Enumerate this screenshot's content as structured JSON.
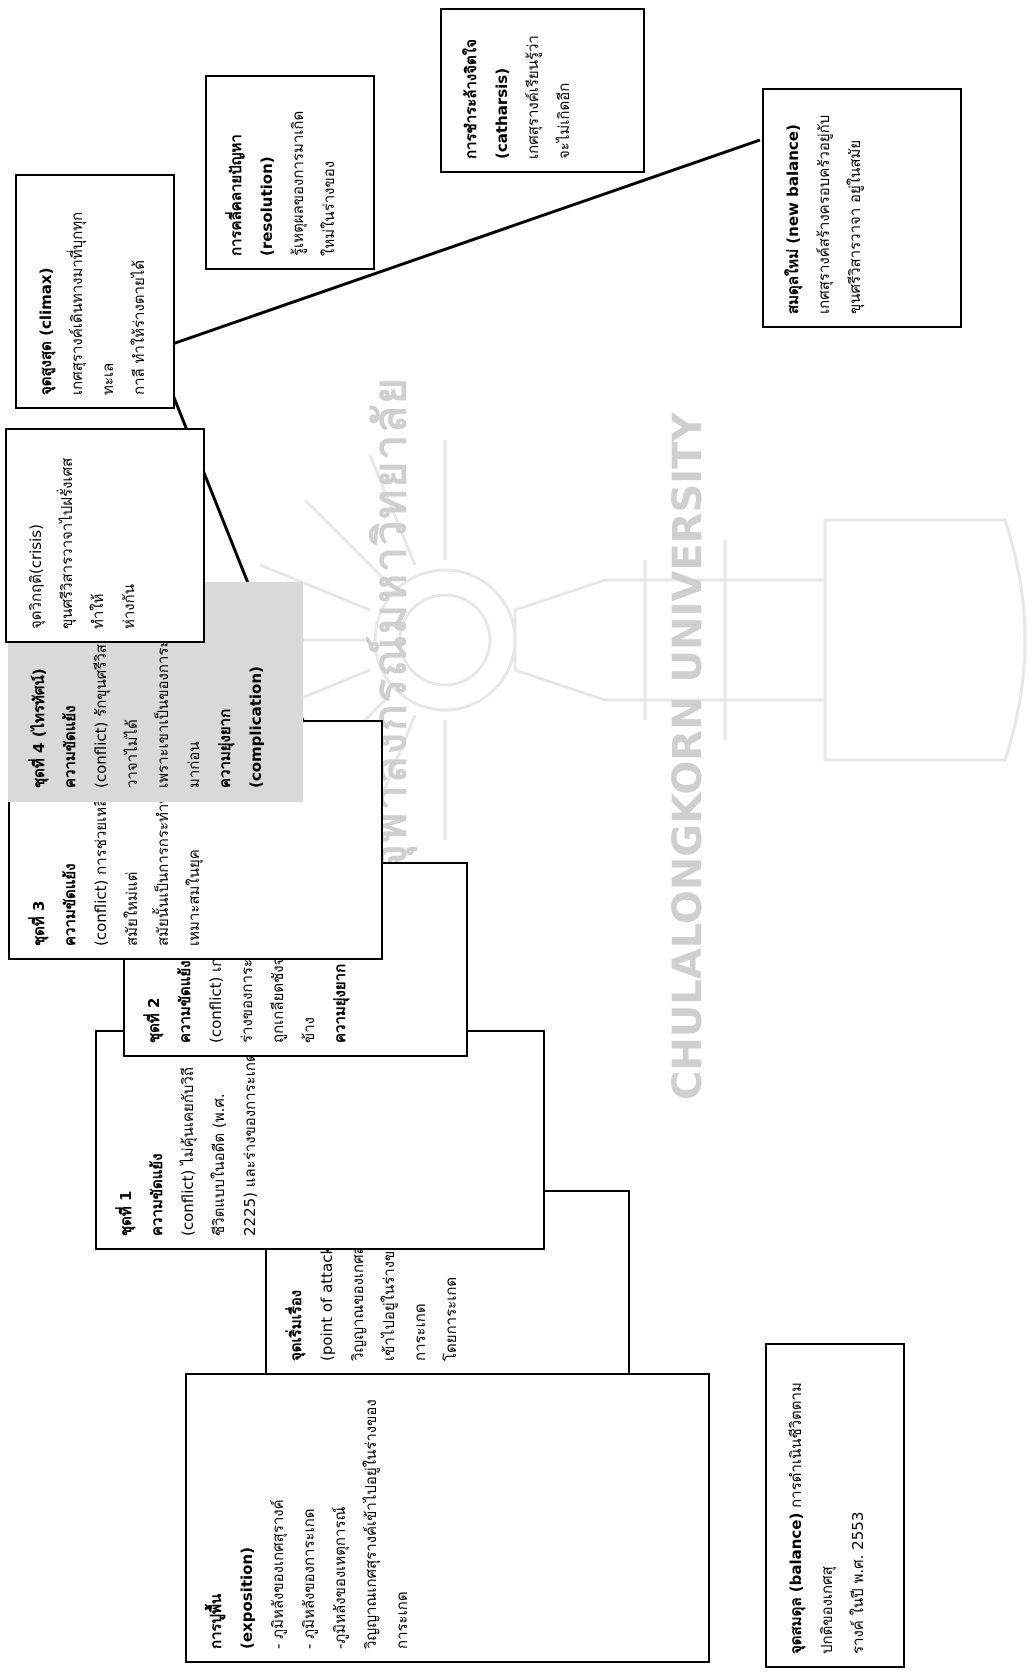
{
  "watermark": {
    "thai": "จุฬาลงกรณ์มหาวิทยาลัย",
    "english": "Chulalongkorn University"
  },
  "boxes": {
    "balance": {
      "heading": "จุดสมดุล (balance)",
      "lines": [
        "การดำเนินชีวิตตามปกติของเกศสุ",
        "รางค์ ในปี พ.ศ. 2553"
      ]
    },
    "exposition": {
      "heading": "การปูพื้น",
      "heading2": "(exposition)",
      "lines": [
        "- ภูมิหลังของเกศสุรางค์",
        "- ภูมิหลังของการะเกด",
        "-ภูมิหลังของเหตุการณ์",
        "วิญญาณเกศสุรางค์เข้าไปอยู่ในร่างของการะเกด"
      ]
    },
    "point_of_attack": {
      "heading": "จุดเริ่มเรื่อง",
      "heading2": "(point of attack)",
      "lines": [
        "วิญญาณของเกศสุรางค์เข้าไปอยู่ในร่างของการะเกด",
        "โดยการะเกด"
      ]
    },
    "set1": {
      "heading": "ชุดที่ 1",
      "heading2": "ความขัดแย้ง",
      "lines": [
        "(conflict) ไม่คุ้นเคยกับวิถีชีวิตแบบในอดีต (พ.ศ.",
        "2225) และร่างของการะเกด"
      ]
    },
    "set2": {
      "heading": "ชุดที่ 2",
      "heading2": "ความขัดแย้ง",
      "lines": [
        "(conflict) เกศสุรางค์ในร่างของการะเกด",
        "ถูกเกลียดชังจากคนรอบข้าง"
      ],
      "tail": "ความยุ่งยาก"
    },
    "set3": {
      "heading": "ชุดที่ 3",
      "heading2": "ความขัดแย้ง",
      "lines": [
        "(conflict) การช่วยเหลือด้วยวิธีสมัยใหม่แต่",
        "สมัยนั้นเป็นการกระทำที่ไม่",
        "เหมาะสมในยุค"
      ]
    },
    "set4": {
      "heading": "ชุดที่ 4 (ไทรทัศน์)",
      "heading2": "ความขัดแย้ง",
      "lines": [
        "(conflict) รักขุนศรีวิสารวาจาไม่ได้",
        "เพราะเขาเป็นของการะเกดมาก่อน"
      ],
      "tail": "ความยุ่งยาก",
      "tail2": "(complication)"
    },
    "crisis": {
      "heading": "จุดวิกฤติ(crisis)",
      "lines": [
        "ขุนศรีวิสารวาจาไปฝรั่งเศสทำให้",
        "ห่างกัน"
      ]
    },
    "climax": {
      "heading": "จุดสูงสุด (climax)",
      "lines": [
        "เกศสุรางค์เดินทางมาที่บุกทุกทะเล",
        "กาลี ทำให้ร่างตายได้"
      ]
    },
    "resolution": {
      "heading": "การคลี่คลายปัญหา",
      "heading2": "(resolution)",
      "lines": [
        "รู้เหตุผลของการมาเกิดใหม่ในร่างของ"
      ]
    },
    "catharsis": {
      "heading": "การชำระล้างจิตใจ",
      "heading2": "(catharsis)",
      "lines": [
        "เกศสุรางค์เรียนรู้ว่า",
        "จะไม่เกิดอีก"
      ]
    },
    "new_balance": {
      "heading": "สมดุลใหม่ (new balance)",
      "lines": [
        "เกศสุรางค์สร้างครอบครัวอยู่กับขุนศรีวิสารวาจา อยู่ในสมัย"
      ]
    }
  }
}
